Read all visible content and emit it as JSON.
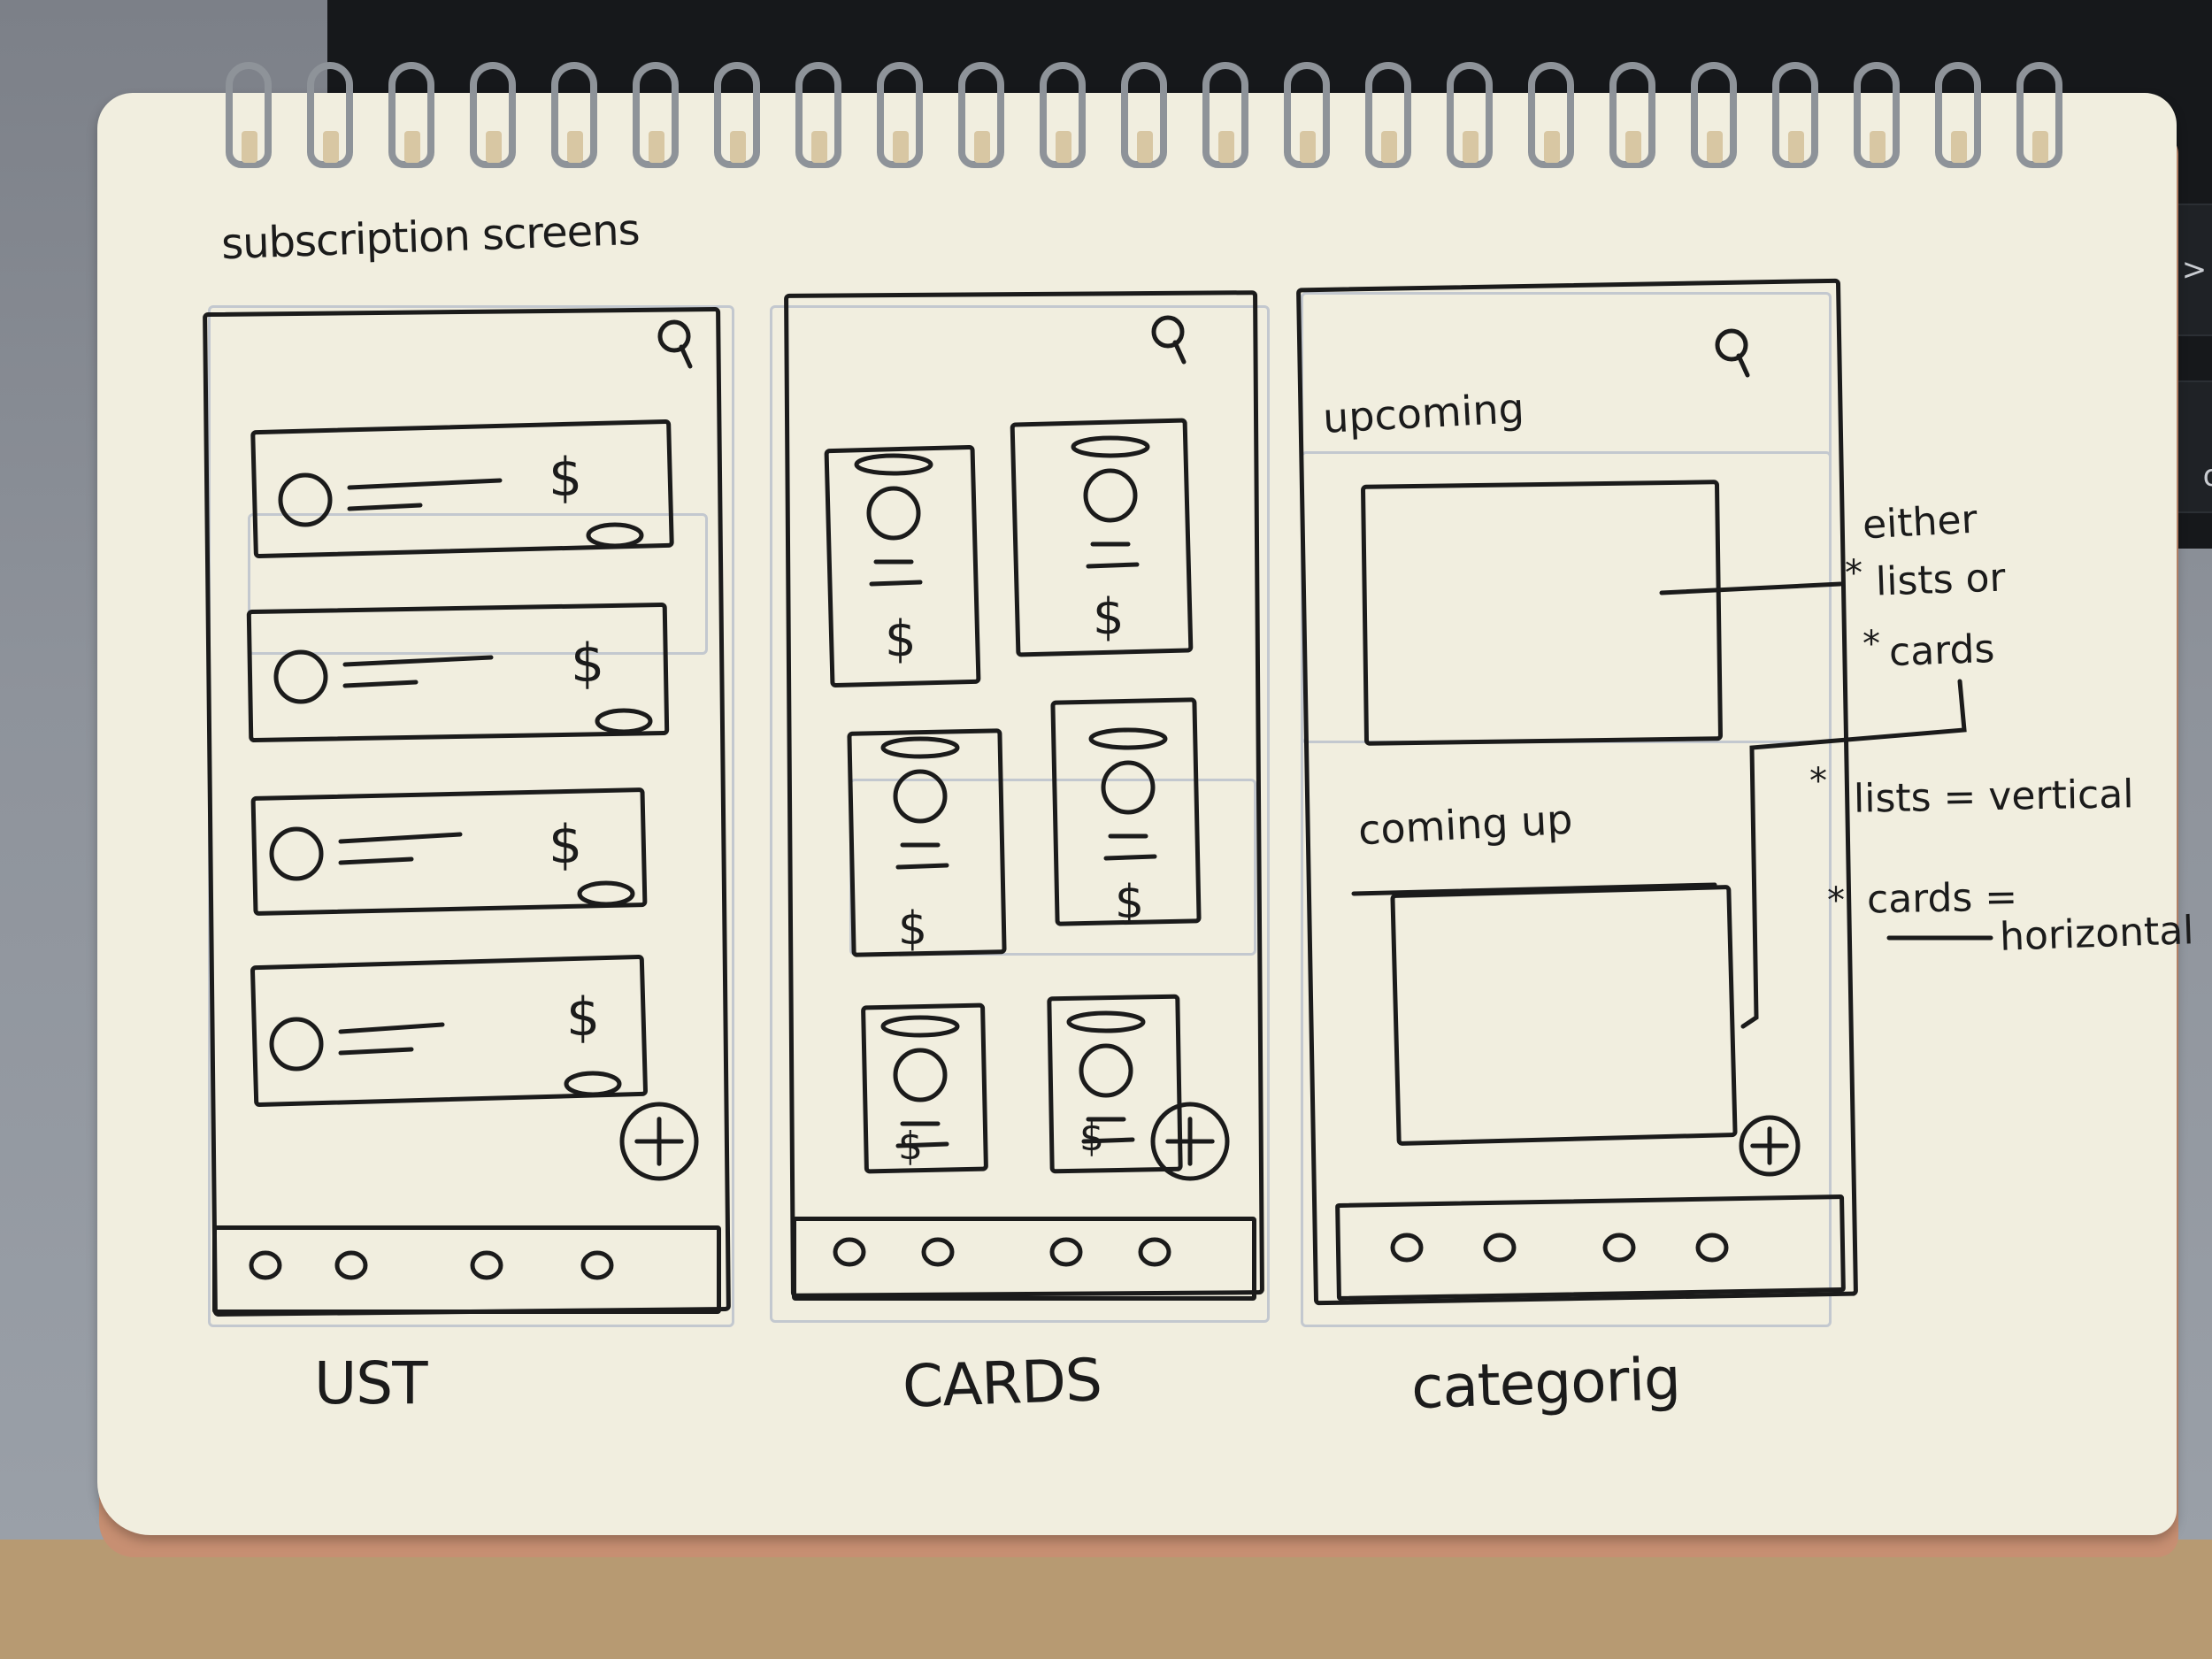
{
  "notebook_title": "subscription screens",
  "screens": [
    {
      "label": "UST"
    },
    {
      "label": "CARDS"
    },
    {
      "label": "categorig",
      "sections": [
        "upcoming",
        "coming up"
      ]
    }
  ],
  "annotations": {
    "either_line1": "either",
    "either_line2": "lists or",
    "either_line3": "cards",
    "rule_lists": "lists = vertical",
    "rule_cards_prefix": "cards =",
    "rule_cards_value": "horizontal"
  },
  "glyphs": {
    "price": "$",
    "star": "*"
  },
  "keyboard": {
    "key_arrow": ">",
    "key_partial": "op"
  },
  "icons": [
    "search-icon",
    "add-icon",
    "nav-dot-icon",
    "avatar-circle-icon"
  ],
  "colors": {
    "ink": "#1b1b1b",
    "paper": "#f1eedf",
    "pencil": "#c3c8cf"
  }
}
